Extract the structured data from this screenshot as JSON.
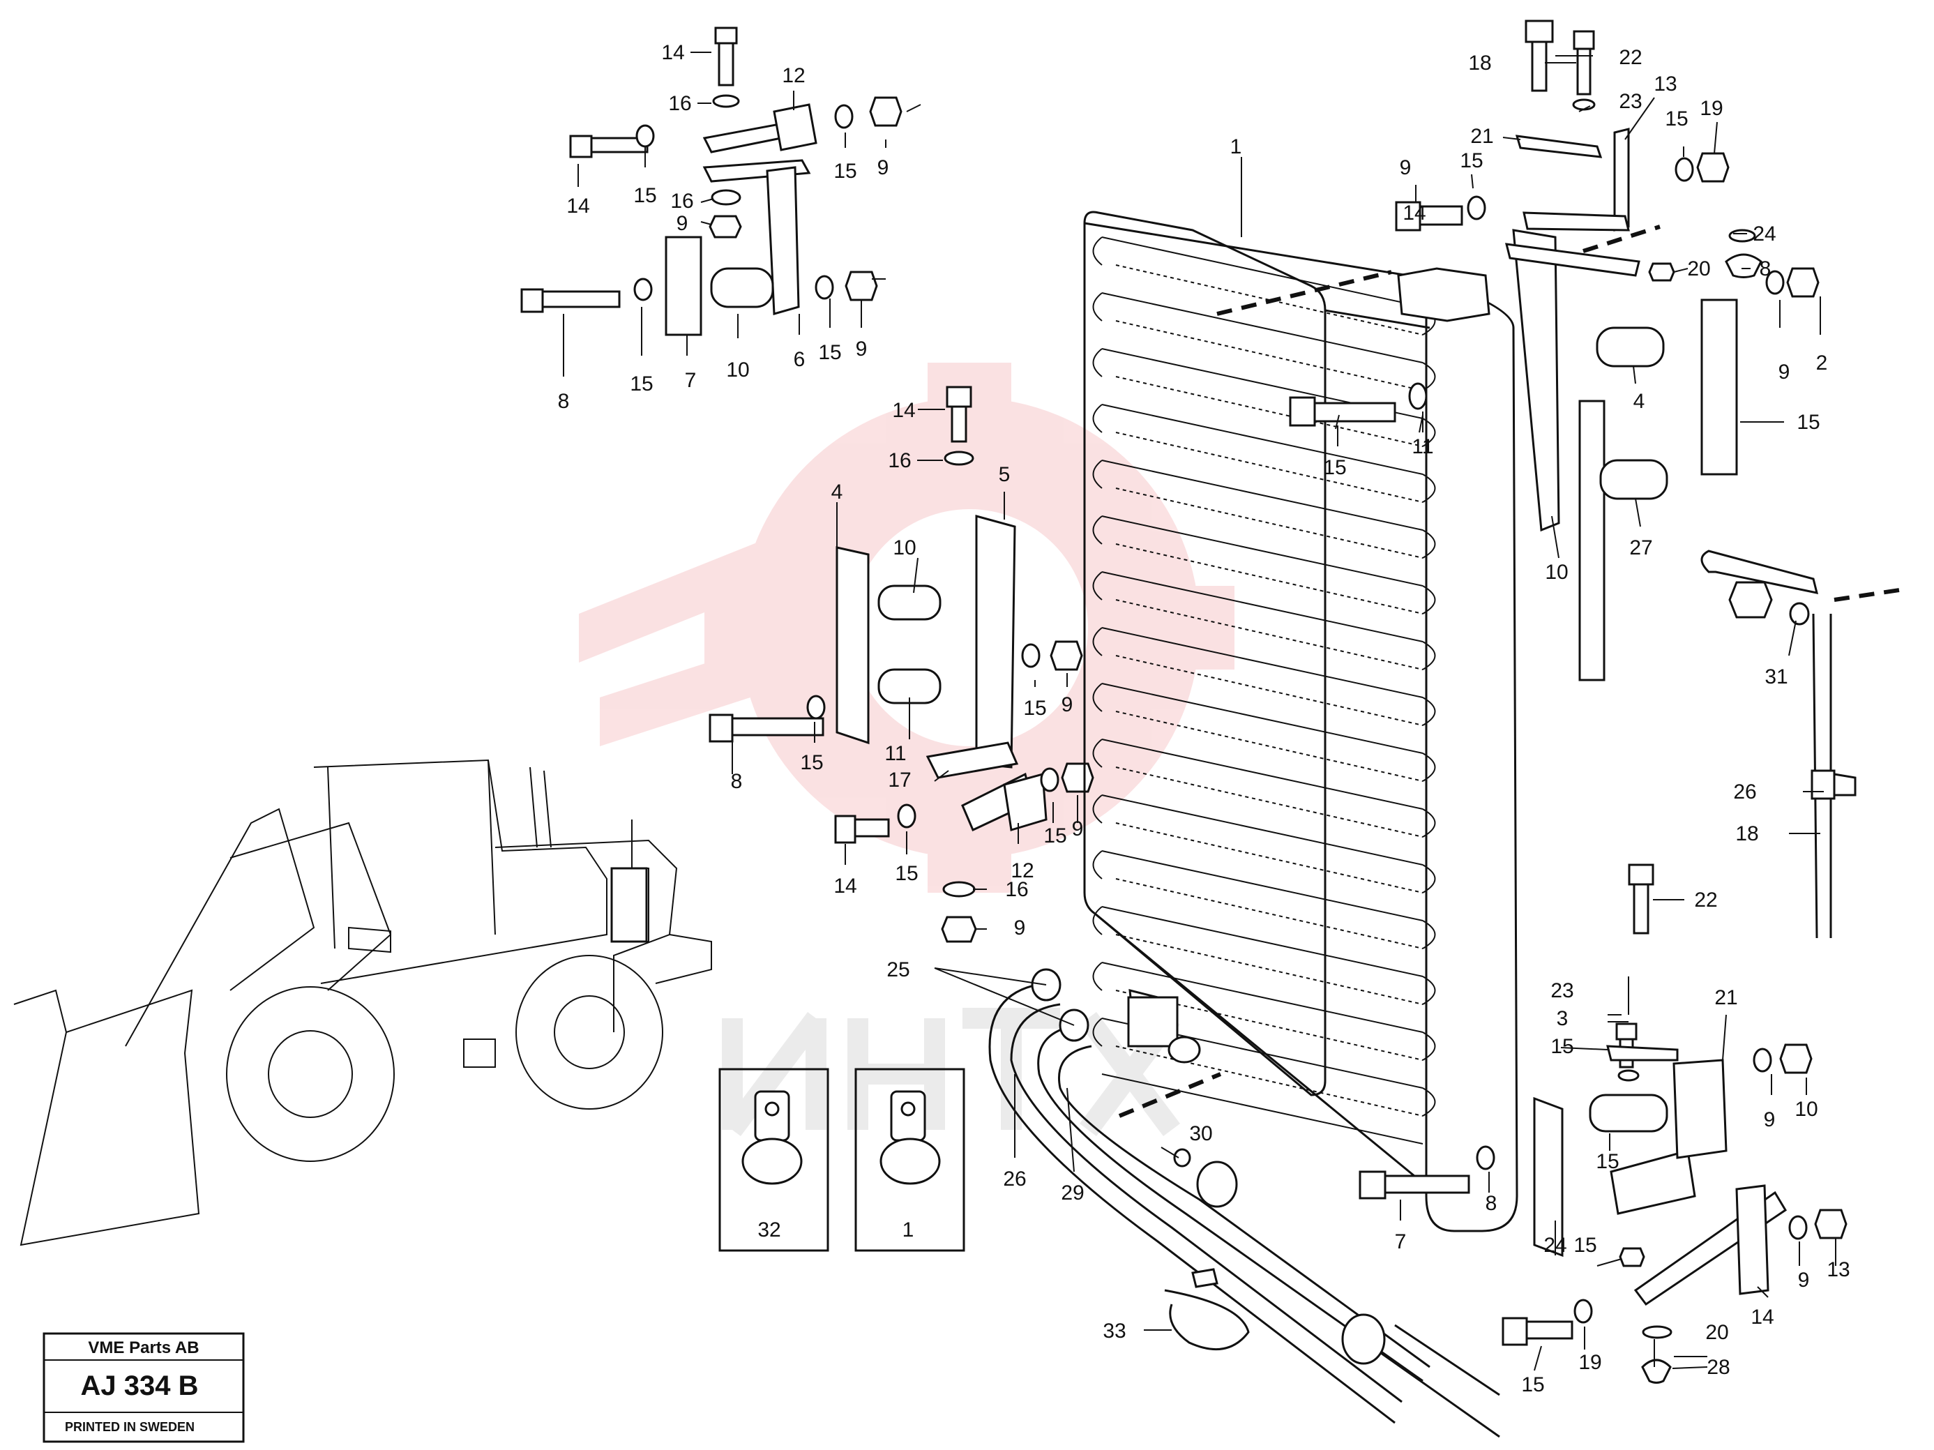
{
  "stamp": {
    "company": "VME Parts AB",
    "code": "AJ 334 B",
    "printed": "PRINTED IN SWEDEN"
  },
  "callouts": [
    {
      "id": "c1",
      "text": "14"
    },
    {
      "id": "c2",
      "text": "16"
    },
    {
      "id": "c3",
      "text": "12"
    },
    {
      "id": "c4",
      "text": "15"
    },
    {
      "id": "c5",
      "text": "9"
    },
    {
      "id": "c6",
      "text": "14"
    },
    {
      "id": "c7",
      "text": "15"
    },
    {
      "id": "c8",
      "text": "16"
    },
    {
      "id": "c9",
      "text": "9"
    },
    {
      "id": "c10",
      "text": "8"
    },
    {
      "id": "c11",
      "text": "15"
    },
    {
      "id": "c12",
      "text": "7"
    },
    {
      "id": "c13",
      "text": "10"
    },
    {
      "id": "c14",
      "text": "6"
    },
    {
      "id": "c15",
      "text": "15"
    },
    {
      "id": "c16",
      "text": "9"
    },
    {
      "id": "c17",
      "text": "14"
    },
    {
      "id": "c18",
      "text": "16"
    },
    {
      "id": "c19",
      "text": "4"
    },
    {
      "id": "c20",
      "text": "5"
    },
    {
      "id": "c21",
      "text": "10"
    },
    {
      "id": "c22",
      "text": "15"
    },
    {
      "id": "c23",
      "text": "9"
    },
    {
      "id": "c24",
      "text": "8"
    },
    {
      "id": "c25",
      "text": "15"
    },
    {
      "id": "c26",
      "text": "11"
    },
    {
      "id": "c27",
      "text": "17"
    },
    {
      "id": "c28",
      "text": "14"
    },
    {
      "id": "c29",
      "text": "15"
    },
    {
      "id": "c30",
      "text": "12"
    },
    {
      "id": "c31",
      "text": "15"
    },
    {
      "id": "c32",
      "text": "9"
    },
    {
      "id": "c33",
      "text": "16"
    },
    {
      "id": "c34",
      "text": "9"
    },
    {
      "id": "c35",
      "text": "25"
    },
    {
      "id": "c36",
      "text": "1"
    },
    {
      "id": "c37",
      "text": "18"
    },
    {
      "id": "c38",
      "text": "22"
    },
    {
      "id": "c39",
      "text": "23"
    },
    {
      "id": "c40",
      "text": "13"
    },
    {
      "id": "c41",
      "text": "21"
    },
    {
      "id": "c42",
      "text": "15"
    },
    {
      "id": "c43",
      "text": "9"
    },
    {
      "id": "c44",
      "text": "14"
    },
    {
      "id": "c45",
      "text": "15"
    },
    {
      "id": "c46",
      "text": "19"
    },
    {
      "id": "c47",
      "text": "24"
    },
    {
      "id": "c48",
      "text": "20"
    },
    {
      "id": "c49",
      "text": "8"
    },
    {
      "id": "c50",
      "text": "15"
    },
    {
      "id": "c51",
      "text": "11"
    },
    {
      "id": "c52",
      "text": "4"
    },
    {
      "id": "c53",
      "text": "15"
    },
    {
      "id": "c54",
      "text": "9"
    },
    {
      "id": "c55",
      "text": "2"
    },
    {
      "id": "c56",
      "text": "10"
    },
    {
      "id": "c57",
      "text": "27"
    },
    {
      "id": "c58",
      "text": "31"
    },
    {
      "id": "c59",
      "text": "26"
    },
    {
      "id": "c60",
      "text": "18"
    },
    {
      "id": "c61",
      "text": "22"
    },
    {
      "id": "c62",
      "text": "23"
    },
    {
      "id": "c63",
      "text": "3"
    },
    {
      "id": "c64",
      "text": "21"
    },
    {
      "id": "c65",
      "text": "15"
    },
    {
      "id": "c66",
      "text": "9"
    },
    {
      "id": "c67",
      "text": "10"
    },
    {
      "id": "c68",
      "text": "15"
    },
    {
      "id": "c69",
      "text": "8"
    },
    {
      "id": "c70",
      "text": "7"
    },
    {
      "id": "c71",
      "text": "24"
    },
    {
      "id": "c72",
      "text": "15"
    },
    {
      "id": "c73",
      "text": "9"
    },
    {
      "id": "c74",
      "text": "13"
    },
    {
      "id": "c75",
      "text": "14"
    },
    {
      "id": "c76",
      "text": "15"
    },
    {
      "id": "c77",
      "text": "19"
    },
    {
      "id": "c78",
      "text": "20"
    },
    {
      "id": "c79",
      "text": "28"
    },
    {
      "id": "c80",
      "text": "26"
    },
    {
      "id": "c81",
      "text": "29"
    },
    {
      "id": "c82",
      "text": "30"
    },
    {
      "id": "c83",
      "text": "33"
    },
    {
      "id": "c84",
      "text": "32"
    },
    {
      "id": "c85",
      "text": "1"
    }
  ]
}
